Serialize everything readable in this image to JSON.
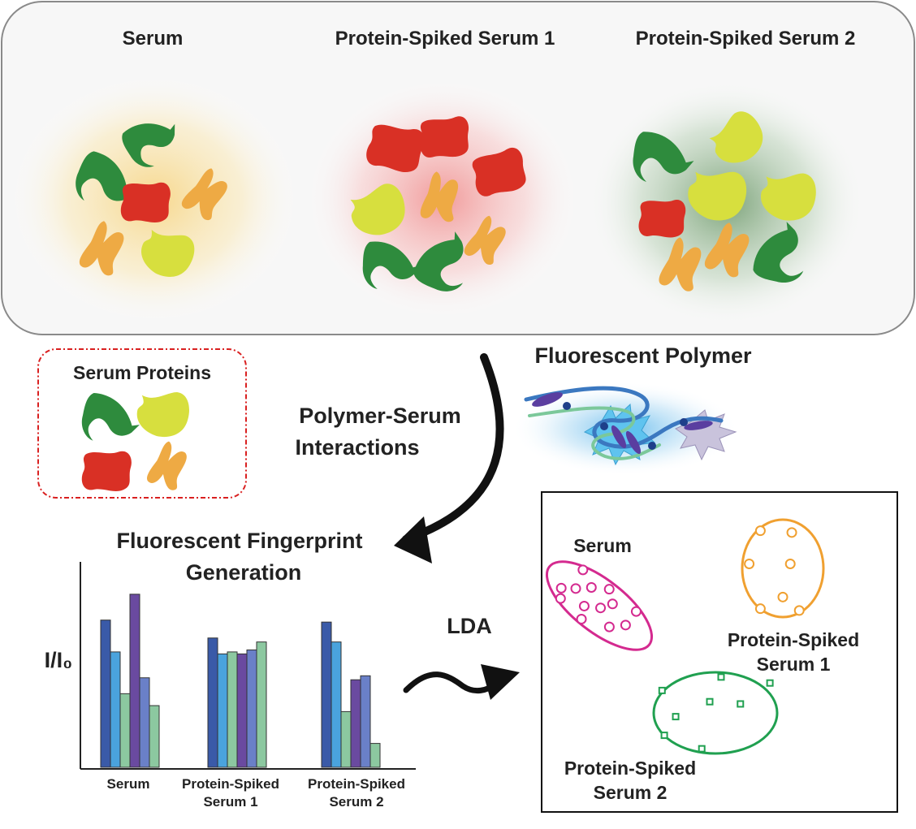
{
  "sample_titles": [
    "Serum",
    "Protein-Spiked Serum 1",
    "Protein-Spiked Serum 2"
  ],
  "legend": {
    "title": "Serum Proteins"
  },
  "polymer": {
    "title": "Fluorescent Polymer"
  },
  "interaction_label": [
    "Polymer-Serum",
    "Interactions"
  ],
  "fingerprint_label": [
    "Fluorescent Fingerprint",
    "Generation"
  ],
  "lda_label": "LDA",
  "colors": {
    "protein_green": "#2e8b3d",
    "protein_yellow": "#d7df3e",
    "protein_red": "#d93025",
    "protein_orange": "#eeaa44",
    "glow_serum": "#f7d27a",
    "glow_spiked1": "#f08a8a",
    "glow_spiked2": "#7fa87c",
    "cluster_serum": "#d42a8f",
    "cluster_spiked1": "#f0a030",
    "cluster_spiked2": "#20a050",
    "legend_border": "#d92020",
    "bar_palette": [
      "#3a5aa8",
      "#4aa3dd",
      "#8cc8a0",
      "#6a4aa0",
      "#6a80c8",
      "#8cc8a0"
    ]
  },
  "chart_data": [
    {
      "type": "bar",
      "ylabel": "I/I₀",
      "categories": [
        "Serum",
        "Protein-Spiked Serum 1",
        "Protein-Spiked Serum 2"
      ],
      "category_lines": [
        [
          "Serum"
        ],
        [
          "Protein-Spiked",
          "Serum 1"
        ],
        [
          "Protein-Spiked",
          "Serum 2"
        ]
      ],
      "values": [
        [
          74,
          58,
          37,
          87,
          45,
          31
        ],
        [
          65,
          57,
          58,
          57,
          59,
          63
        ],
        [
          73,
          63,
          28,
          44,
          46,
          12
        ]
      ],
      "ylim": [
        0,
        100
      ]
    },
    {
      "type": "scatter",
      "clusters": [
        {
          "name": "Serum",
          "label_lines": [
            "Serum"
          ],
          "color_key": "cluster_serum",
          "marker": "circle",
          "points": [
            [
              0.2,
              0.88
            ],
            [
              0.45,
              0.95
            ],
            [
              0.15,
              0.7
            ],
            [
              0.4,
              0.7
            ],
            [
              0.68,
              0.72
            ],
            [
              0.25,
              0.52
            ],
            [
              0.52,
              0.52
            ],
            [
              0.78,
              0.48
            ],
            [
              0.35,
              0.3
            ],
            [
              0.58,
              0.3
            ],
            [
              0.2,
              0.12
            ],
            [
              0.48,
              0.1
            ],
            [
              0.78,
              0.12
            ]
          ]
        },
        {
          "name": "Protein-Spiked Serum 1",
          "label_lines": [
            "Protein-Spiked",
            "Serum 1"
          ],
          "color_key": "cluster_spiked1",
          "marker": "circle",
          "points": [
            [
              0.2,
              0.95
            ],
            [
              0.72,
              0.97
            ],
            [
              0.5,
              0.82
            ],
            [
              0.05,
              0.45
            ],
            [
              0.6,
              0.45
            ],
            [
              0.2,
              0.08
            ],
            [
              0.62,
              0.1
            ]
          ]
        },
        {
          "name": "Protein-Spiked Serum 2",
          "label_lines": [
            "Protein-Spiked",
            "Serum 2"
          ],
          "color_key": "cluster_spiked2",
          "marker": "square",
          "points": [
            [
              0.05,
              0.8
            ],
            [
              0.38,
              0.98
            ],
            [
              0.15,
              0.55
            ],
            [
              0.45,
              0.35
            ],
            [
              0.72,
              0.38
            ],
            [
              0.03,
              0.2
            ],
            [
              0.98,
              0.1
            ],
            [
              0.55,
              0.02
            ]
          ]
        }
      ]
    }
  ]
}
